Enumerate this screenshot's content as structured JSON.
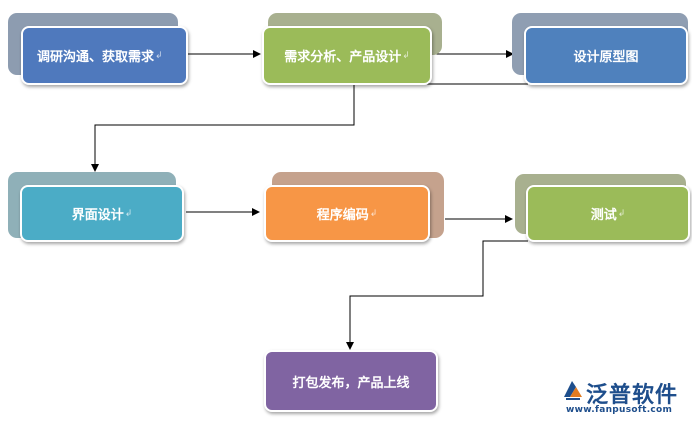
{
  "diagram": {
    "nodes": [
      {
        "id": "n1",
        "label": "调研沟通、获取需求",
        "front_color": "#4f79bd",
        "back_color": "#8d9cb0"
      },
      {
        "id": "n2",
        "label": "需求分析、产品设计",
        "front_color": "#9bbb59",
        "back_color": "#a8b08f"
      },
      {
        "id": "n3",
        "label": "设计原型图",
        "front_color": "#4f81bd",
        "back_color": "#8f9eb2"
      },
      {
        "id": "n4",
        "label": "界面设计",
        "front_color": "#4bacc6",
        "back_color": "#8fb0b8"
      },
      {
        "id": "n5",
        "label": "程序编码",
        "front_color": "#f79646",
        "back_color": "#c5a28d"
      },
      {
        "id": "n6",
        "label": "测试",
        "front_color": "#9bbb59",
        "back_color": "#a8b08f"
      },
      {
        "id": "n7",
        "label": "打包发布，产品上线",
        "front_color": "#8064a2",
        "back_color": "#a497b2"
      }
    ],
    "edges": [
      {
        "from": "n1",
        "to": "n2"
      },
      {
        "from": "n2",
        "to": "n3"
      },
      {
        "from": "n3",
        "to": "n4"
      },
      {
        "from": "n4",
        "to": "n5"
      },
      {
        "from": "n5",
        "to": "n6"
      },
      {
        "from": "n6",
        "to": "n7"
      }
    ]
  },
  "logo": {
    "brand": "泛普软件",
    "url": "www.fanpusoft.com",
    "color": "#1e4e8c"
  }
}
